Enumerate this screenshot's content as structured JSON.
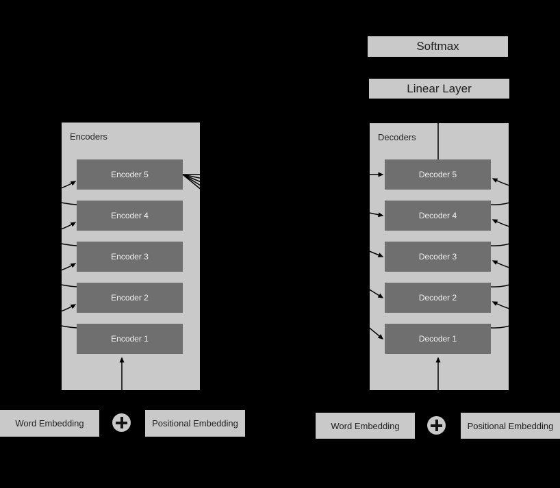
{
  "output_layers": {
    "softmax_label": "Softmax",
    "linear_label": "Linear Layer"
  },
  "encoder_stack": {
    "label": "Encoders",
    "blocks": [
      "Encoder 5",
      "Encoder 4",
      "Encoder 3",
      "Encoder 2",
      "Encoder 1"
    ]
  },
  "decoder_stack": {
    "label": "Decoders",
    "blocks": [
      "Decoder 5",
      "Decoder 4",
      "Decoder 3",
      "Decoder 2",
      "Decoder 1"
    ]
  },
  "encoder_input": {
    "word_embedding_label": "Word Embedding",
    "plus_icon": "plus-icon",
    "positional_embedding_label": "Positional Embedding"
  },
  "decoder_input": {
    "word_embedding_label": "Word Embedding",
    "plus_icon": "plus-icon",
    "positional_embedding_label": "Positional Embedding"
  },
  "connections": [
    "encoder-input-sum -> Encoder 1",
    "Encoder n -> Encoder n+1 (left-side loop arrows)",
    "Encoder 5 -> Decoder 1..5 (fan)",
    "decoder-input-sum -> Decoder 1",
    "Decoder n -> Decoder n+1 (right-side loop arrows)",
    "Decoder 5 -> Linear Layer -> Softmax"
  ],
  "colors": {
    "background": "#000000",
    "panel_gray": "#c9c9c9",
    "block_gray": "#6f6f6f",
    "block_text": "#f2f2f2",
    "label_text": "#1e1e1e",
    "connector": "#000000"
  }
}
